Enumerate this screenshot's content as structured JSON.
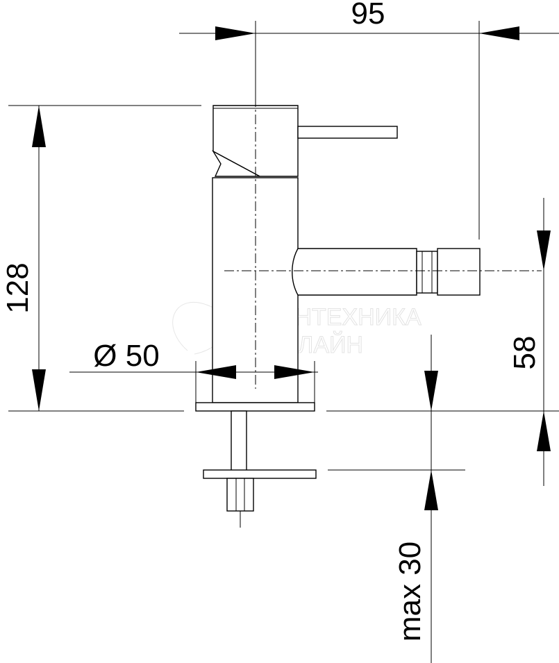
{
  "dimensions": {
    "width_label": "95",
    "height_label": "128",
    "diameter_label": "Ø 50",
    "spout_height_label": "58",
    "max_thickness_label": "max 30"
  },
  "watermark": {
    "line1": "САНТЕХНИКА",
    "line2": "ОНЛАЙН"
  }
}
